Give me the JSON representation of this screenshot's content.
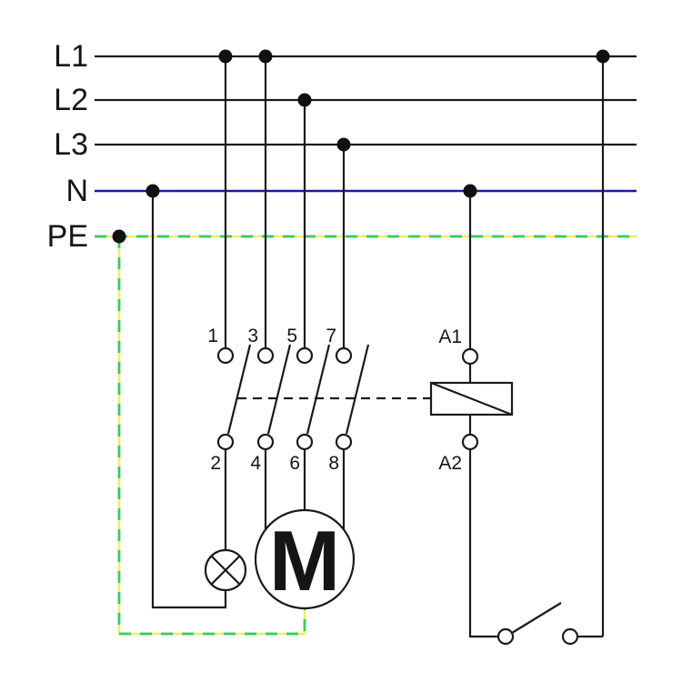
{
  "colors": {
    "background": "#ffffff",
    "wire": "#1a1a1a",
    "neutral_line": "#1b1b9e",
    "pe_yellow": "#f2ee5c",
    "pe_green": "#32cc65"
  },
  "buses": [
    {
      "label": "L1"
    },
    {
      "label": "L2"
    },
    {
      "label": "L3"
    },
    {
      "label": "N"
    },
    {
      "label": "PE"
    }
  ],
  "contactor": {
    "top_terminals": [
      "1",
      "3",
      "5",
      "7"
    ],
    "bottom_terminals": [
      "2",
      "4",
      "6",
      "8"
    ]
  },
  "coil": {
    "top_terminal": "A1",
    "bottom_terminal": "A2"
  },
  "motor": {
    "label": "M"
  }
}
